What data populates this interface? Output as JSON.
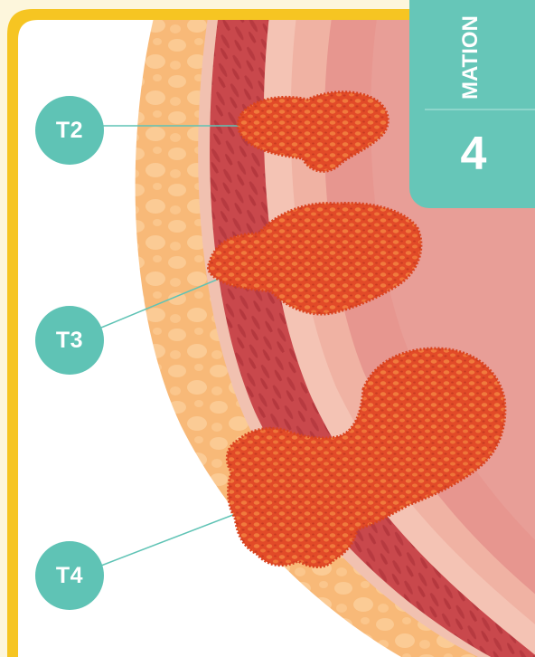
{
  "diagram": {
    "stages": [
      {
        "id": "t2",
        "label": "T2"
      },
      {
        "id": "t3",
        "label": "T3"
      },
      {
        "id": "t4",
        "label": "T4"
      }
    ],
    "tab": {
      "word_fragment": "MATION",
      "number": "4"
    },
    "colors": {
      "frame": "#f6c522",
      "background": "#ffffff",
      "fat_layer": "#f7ba7c",
      "muscle_layer": "#c2464a",
      "inner_lining": "#f0b3a5",
      "lumen": "#e7938d",
      "tumor": "#e04a26",
      "label_teal": "#5fc3b5"
    }
  }
}
